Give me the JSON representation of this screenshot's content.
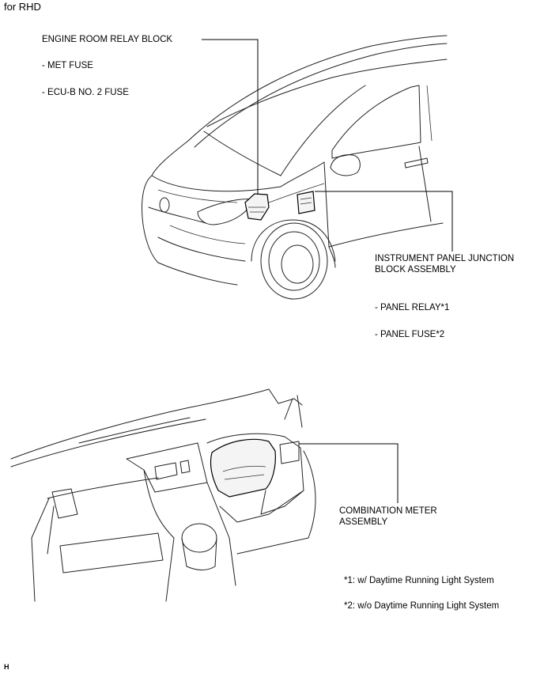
{
  "header": {
    "variant": "for RHD"
  },
  "labels": {
    "engine_room_title": "ENGINE ROOM RELAY BLOCK",
    "met_fuse": "- MET FUSE",
    "ecu_b_fuse": "- ECU-B NO. 2 FUSE",
    "ipjb_line1": "INSTRUMENT PANEL JUNCTION",
    "ipjb_line2": "BLOCK ASSEMBLY",
    "panel_relay": "- PANEL RELAY*1",
    "panel_fuse": "- PANEL FUSE*2",
    "meter_line1": "COMBINATION METER",
    "meter_line2": "ASSEMBLY"
  },
  "notes": {
    "note1": "*1: w/ Daytime Running Light System",
    "note2": "*2: w/o Daytime Running Light System"
  },
  "footer": {
    "code": "H"
  }
}
